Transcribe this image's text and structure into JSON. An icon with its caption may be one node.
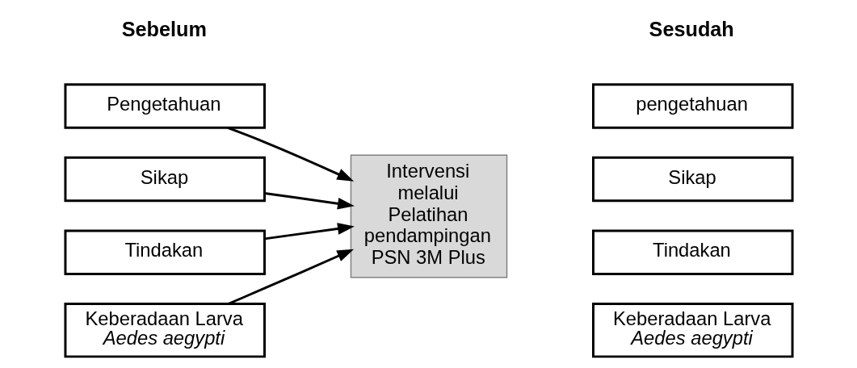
{
  "diagram": {
    "nodes": [
      {
        "text": [
          "Pengetahuan"
        ]
      },
      {
        "text": [
          "Sikap"
        ]
      },
      {
        "text": [
          "Tindakan"
        ]
      },
      {
        "text": [
          "Keberadaan Larva *Aedes aegypti*"
        ]
      },
      {
        "text": [
          "Intervensi melalui Pelatihan pendampingan PSN 3M Plus"
        ]
      },
      {
        "text": [
          "pengetahuan"
        ]
      },
      {
        "text": [
          "Sikap"
        ]
      },
      {
        "text": [
          "Tindakan"
        ]
      },
      {
        "text": [
          "Keberadaan Larva *Aedes aegypti*"
        ]
      }
    ],
    "edges": [
      {
        "from": 0,
        "to": 4,
        "arrow": "to"
      },
      {
        "from": 1,
        "to": 4,
        "arrow": "to"
      },
      {
        "from": 2,
        "to": 4,
        "arrow": "to"
      },
      {
        "from": 3,
        "to": 4,
        "arrow": "to"
      }
    ],
    "labels": [
      "Sebelum",
      "Sesudah"
    ]
  }
}
